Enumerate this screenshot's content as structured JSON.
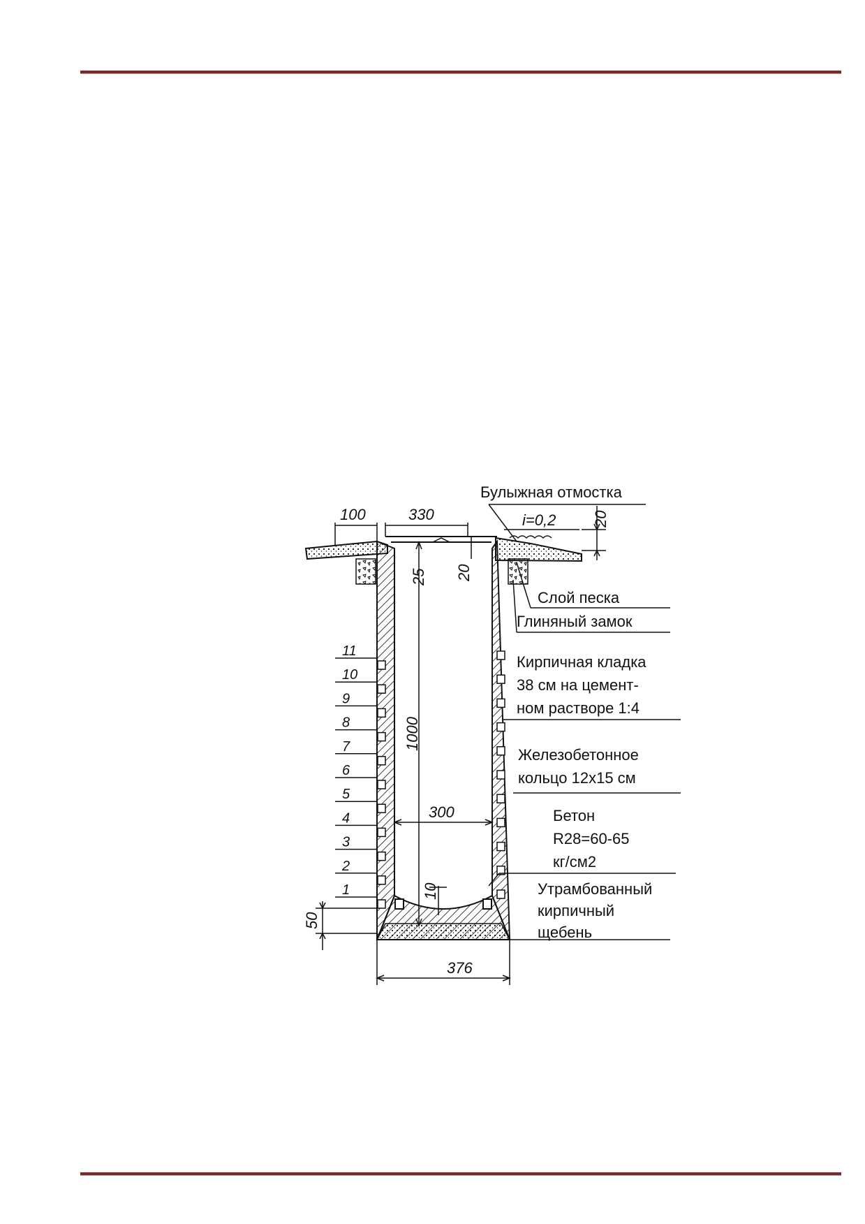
{
  "labels": {
    "cobble": "Булыжная отмостка",
    "sand": "Слой песка",
    "clay": "Глиняный замок",
    "brick_1": "Кирпичная кладка",
    "brick_2": "38 см на цемент-",
    "brick_3": "ном растворе 1:4",
    "ring_1": "Железобетонное",
    "ring_2": "кольцо 12х15 см",
    "concrete_1": "Бетон",
    "concrete_2": "R28=60-65",
    "concrete_3": "кг/см2",
    "rubble_1": "Утрамбованный",
    "rubble_2": "кирпичный",
    "rubble_3": "щебень"
  },
  "dimensions": {
    "d100": "100",
    "d330": "330",
    "slope": "i=0,2",
    "d20_right": "20",
    "d25": "25",
    "d20_inner": "20",
    "d1000": "1000",
    "d300": "300",
    "d10": "10",
    "d50": "50",
    "d376": "376"
  },
  "rungs": [
    "11",
    "10",
    "9",
    "8",
    "7",
    "6",
    "5",
    "4",
    "3",
    "2",
    "1"
  ],
  "colors": {
    "rule": "#7a2a2a",
    "ink": "#111111"
  }
}
